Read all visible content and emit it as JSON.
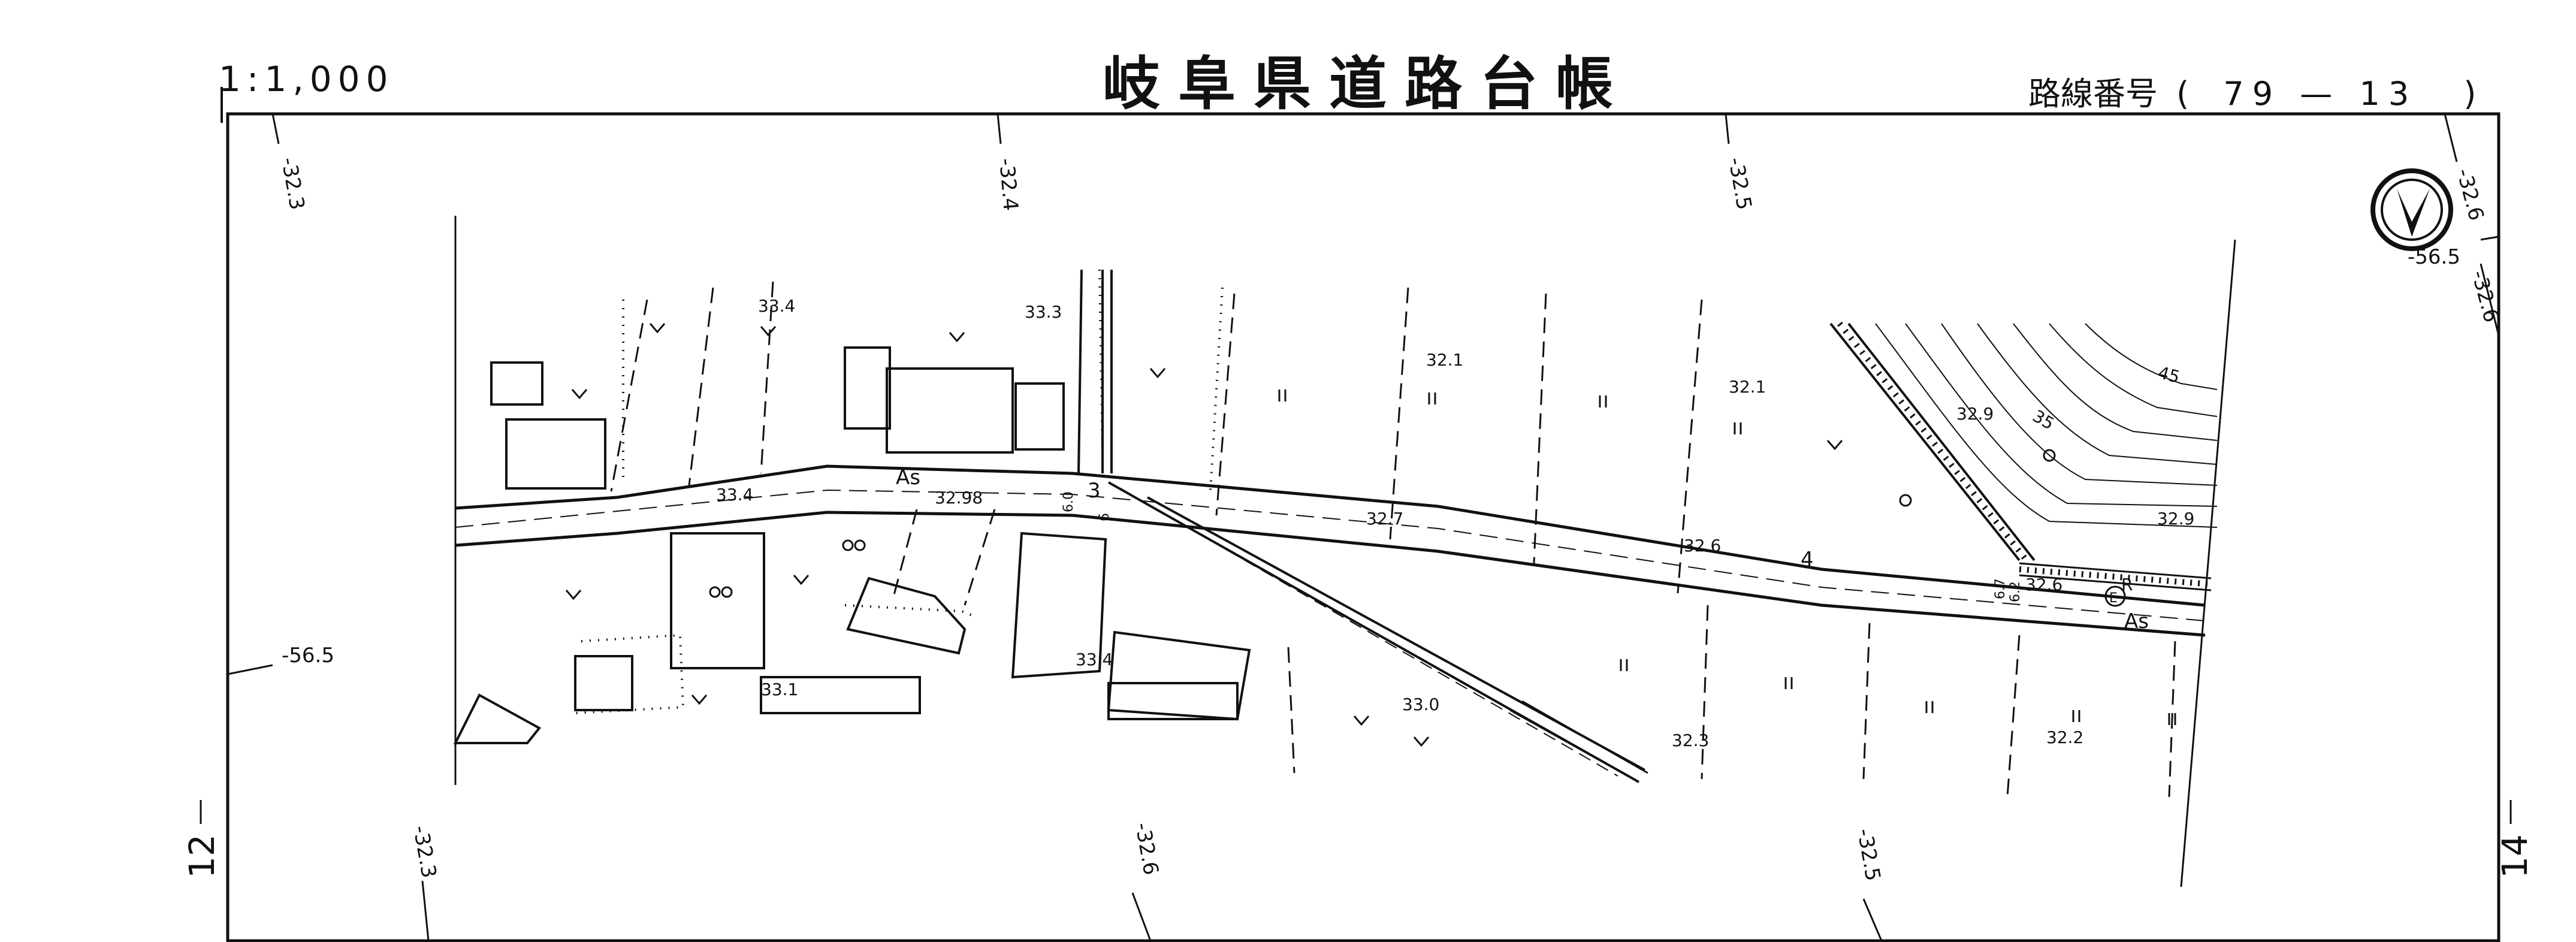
{
  "header": {
    "scale": "1:1,000",
    "title": "岐阜県道路台帳",
    "route_label": "路線番号",
    "route_open": "(",
    "route_number": "79 — 13",
    "route_close": ")"
  },
  "sheet_numbers": {
    "left": "12",
    "right": "14"
  },
  "grid_labels": {
    "top": [
      "-32.3",
      "-32.4",
      "-32.5",
      "-32.6",
      "-32.6"
    ],
    "bottom": [
      "-32.3",
      "-32.6",
      "-32.5"
    ],
    "side": [
      "-56.5",
      "-56.5"
    ]
  },
  "map": {
    "road_surface": [
      "As",
      "As"
    ],
    "elevations": [
      "33.4",
      "33.3",
      "32.1",
      "32.1",
      "32.9",
      "33.4",
      "32.98",
      "32.7",
      "32.6",
      "32.6",
      "33.1",
      "33.4",
      "33.0",
      "32.3",
      "32.2",
      "32.9"
    ],
    "contour_labels": [
      "35",
      "45"
    ],
    "widths": [
      "6.0",
      "6",
      "6.7",
      "6.2"
    ],
    "stations": [
      "3",
      "4"
    ],
    "markers": [
      "R",
      "E"
    ]
  },
  "colors": {
    "ink": "#111111",
    "paper": "#ffffff"
  }
}
